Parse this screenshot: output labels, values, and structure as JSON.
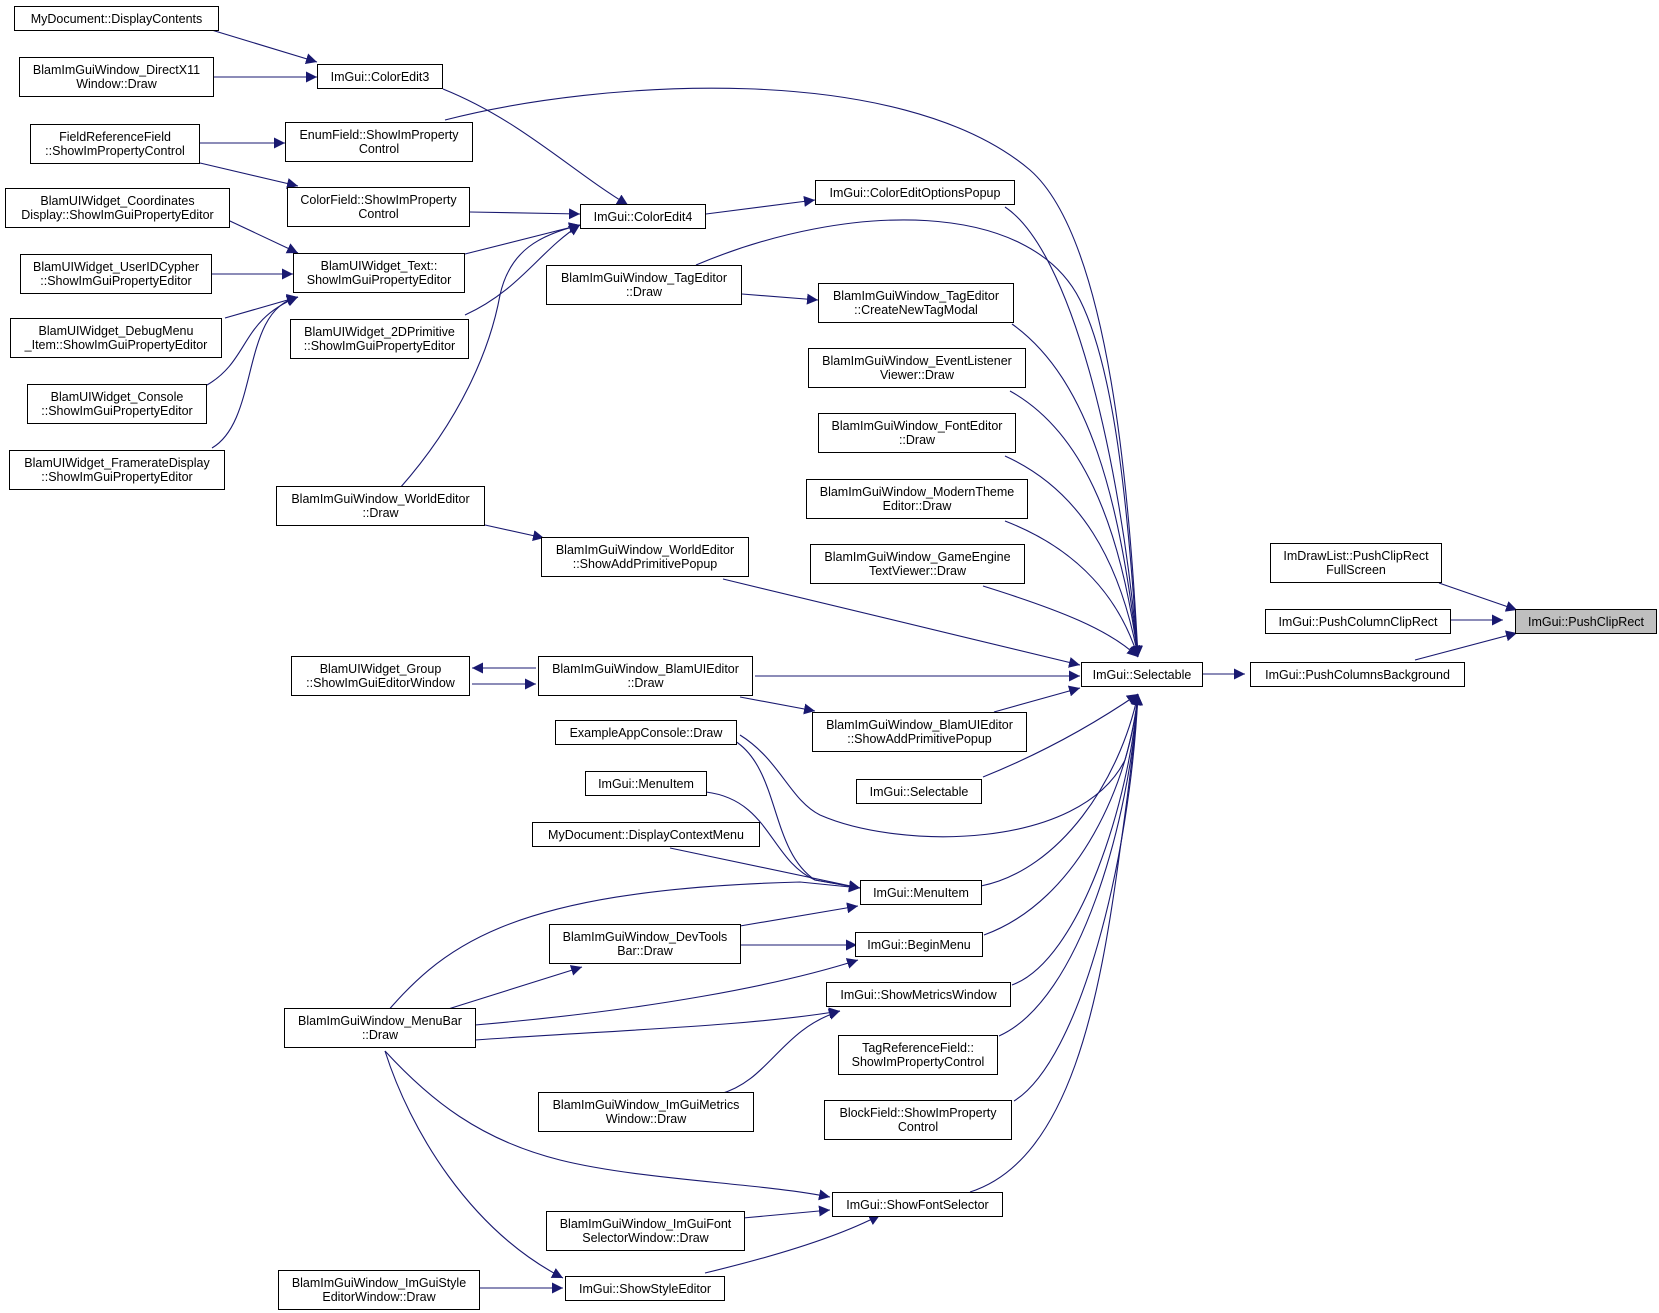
{
  "colors": {
    "edge": "#191970",
    "node_border": "#000000",
    "node_fill": "#ffffff",
    "root_fill": "#bfbfbf"
  },
  "nodes": {
    "my_doc_display_contents": [
      "MyDocument::DisplayContents"
    ],
    "dx11_draw": [
      "BlamImGuiWindow_DirectX11",
      "Window::Draw"
    ],
    "color_edit3": [
      "ImGui::ColorEdit3"
    ],
    "field_ref": [
      "FieldReferenceField",
      "::ShowImPropertyControl"
    ],
    "enum_field": [
      "EnumField::ShowImProperty",
      "Control"
    ],
    "coord_display": [
      "BlamUIWidget_Coordinates",
      "Display::ShowImGuiPropertyEditor"
    ],
    "color_field": [
      "ColorField::ShowImProperty",
      "Control"
    ],
    "color_edit4": [
      "ImGui::ColorEdit4"
    ],
    "color_edit_opts": [
      "ImGui::ColorEditOptionsPopup"
    ],
    "userid": [
      "BlamUIWidget_UserIDCypher",
      "::ShowImGuiPropertyEditor"
    ],
    "text_widget": [
      "BlamUIWidget_Text::",
      "ShowImGuiPropertyEditor"
    ],
    "tag_editor_draw": [
      "BlamImGuiWindow_TagEditor",
      "::Draw"
    ],
    "tag_editor_new": [
      "BlamImGuiWindow_TagEditor",
      "::CreateNewTagModal"
    ],
    "debug_menu": [
      "BlamUIWidget_DebugMenu",
      "_Item::ShowImGuiPropertyEditor"
    ],
    "prim2d": [
      "BlamUIWidget_2DPrimitive",
      "::ShowImGuiPropertyEditor"
    ],
    "event_listener": [
      "BlamImGuiWindow_EventListener",
      "Viewer::Draw"
    ],
    "console_widget": [
      "BlamUIWidget_Console",
      "::ShowImGuiPropertyEditor"
    ],
    "font_editor": [
      "BlamImGuiWindow_FontEditor",
      "::Draw"
    ],
    "framerate": [
      "BlamUIWidget_FramerateDisplay",
      "::ShowImGuiPropertyEditor"
    ],
    "world_editor_draw": [
      "BlamImGuiWindow_WorldEditor",
      "::Draw"
    ],
    "modern_theme": [
      "BlamImGuiWindow_ModernTheme",
      "Editor::Draw"
    ],
    "world_editor_add": [
      "BlamImGuiWindow_WorldEditor",
      "::ShowAddPrimitivePopup"
    ],
    "game_engine_text": [
      "BlamImGuiWindow_GameEngine",
      "TextViewer::Draw"
    ],
    "imdrawlist_push": [
      "ImDrawList::PushClipRect",
      "FullScreen"
    ],
    "push_column_clip": [
      "ImGui::PushColumnClipRect"
    ],
    "push_clip_rect": [
      "ImGui::PushClipRect"
    ],
    "group_widget": [
      "BlamUIWidget_Group",
      "::ShowImGuiEditorWindow"
    ],
    "blam_ui_editor_draw": [
      "BlamImGuiWindow_BlamUIEditor",
      "::Draw"
    ],
    "selectable_main": [
      "ImGui::Selectable"
    ],
    "push_columns_bg": [
      "ImGui::PushColumnsBackground"
    ],
    "blam_ui_editor_add": [
      "BlamImGuiWindow_BlamUIEditor",
      "::ShowAddPrimitivePopup"
    ],
    "example_console": [
      "ExampleAppConsole::Draw"
    ],
    "selectable2": [
      "ImGui::Selectable"
    ],
    "menuitem1": [
      "ImGui::MenuItem"
    ],
    "my_doc_ctx": [
      "MyDocument::DisplayContextMenu"
    ],
    "menuitem_main": [
      "ImGui::MenuItem"
    ],
    "devtools": [
      "BlamImGuiWindow_DevTools",
      "Bar::Draw"
    ],
    "begin_menu": [
      "ImGui::BeginMenu"
    ],
    "show_metrics": [
      "ImGui::ShowMetricsWindow"
    ],
    "menubar": [
      "BlamImGuiWindow_MenuBar",
      "::Draw"
    ],
    "tagref_field": [
      "TagReferenceField::",
      "ShowImPropertyControl"
    ],
    "metrics_window": [
      "BlamImGuiWindow_ImGuiMetrics",
      "Window::Draw"
    ],
    "block_field": [
      "BlockField::ShowImProperty",
      "Control"
    ],
    "font_selector": [
      "ImGui::ShowFontSelector"
    ],
    "font_selector_window": [
      "BlamImGuiWindow_ImGuiFont",
      "SelectorWindow::Draw"
    ],
    "style_editor_window": [
      "BlamImGuiWindow_ImGuiStyle",
      "EditorWindow::Draw"
    ],
    "show_style_editor": [
      "ImGui::ShowStyleEditor"
    ]
  }
}
